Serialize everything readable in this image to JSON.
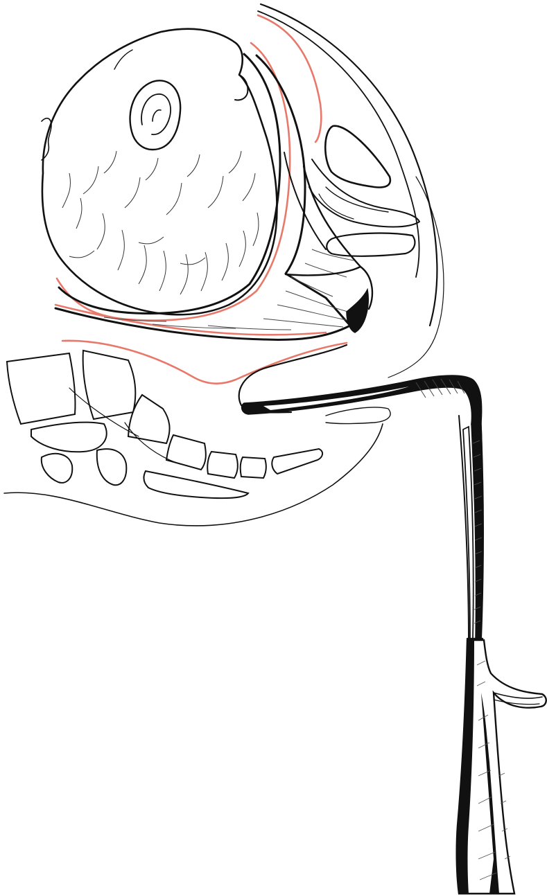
{
  "figure": {
    "colors": {
      "background": "#ffffff",
      "ink": "#111111",
      "highlight": "#e8786a",
      "hatch": "#444444"
    },
    "elements": [
      "fetal-head",
      "fetal-ear",
      "uterine-wall",
      "placenta-outline",
      "pubic-symphysis",
      "bladder",
      "cervix",
      "sacrum-vertebrae",
      "coccyx",
      "rectum",
      "vaginal-retractor"
    ]
  }
}
